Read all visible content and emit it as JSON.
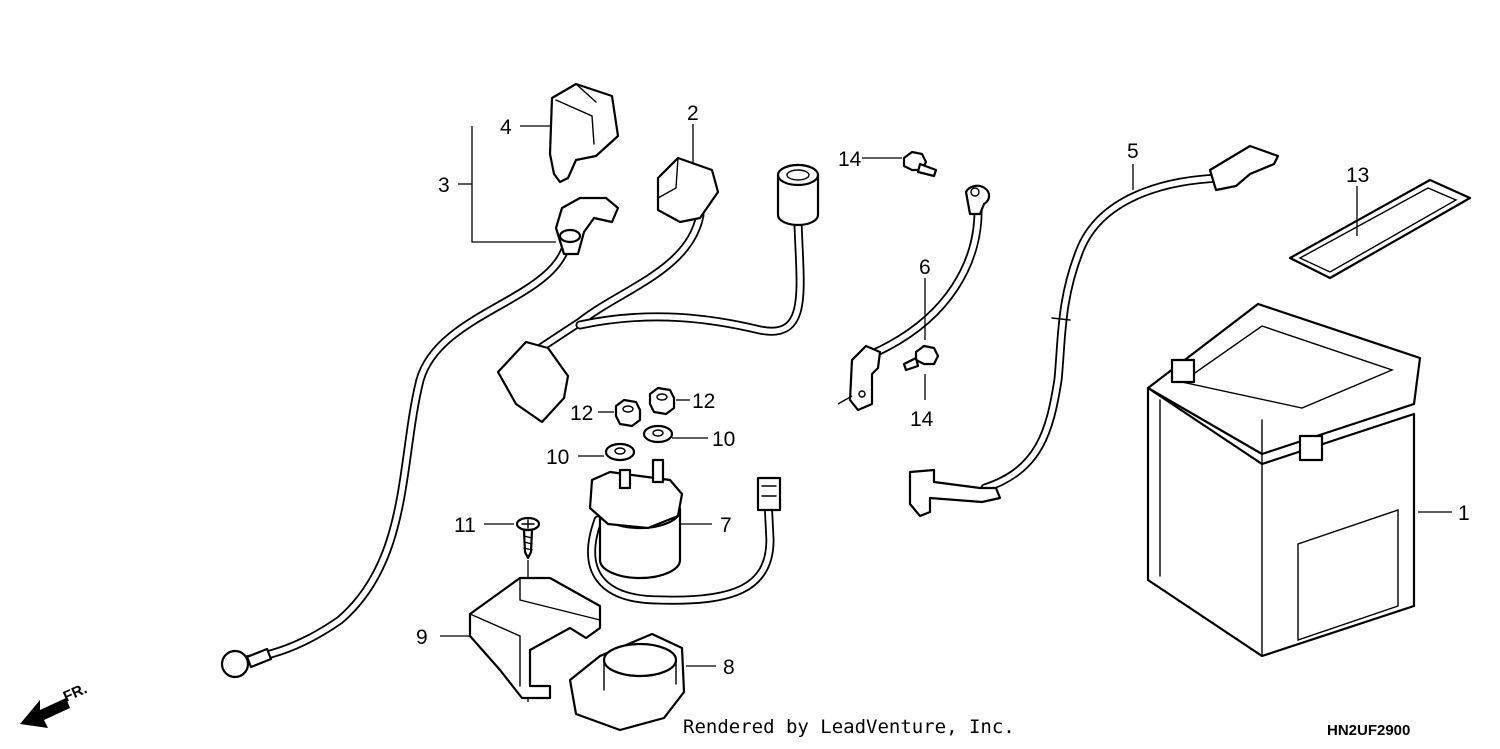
{
  "diagram": {
    "callouts": {
      "battery": "1",
      "starter_cable": "2",
      "battery_cable_positive": "3",
      "terminal_cover": "4",
      "ground_cable_main": "5",
      "ground_cable_short": "6",
      "starter_relay": "7",
      "relay_cover_lower": "8",
      "relay_bracket": "9",
      "washer_left": "10",
      "washer_right": "10",
      "tapping_screw": "11",
      "nut_left": "12",
      "nut_right": "12",
      "flange_bolt_top": "14",
      "flange_bolt_mid": "14",
      "battery_band": "13"
    },
    "front_indicator": "FR.",
    "credit": "Rendered by LeadVenture, Inc.",
    "diagram_code": "HN2UF2900"
  }
}
